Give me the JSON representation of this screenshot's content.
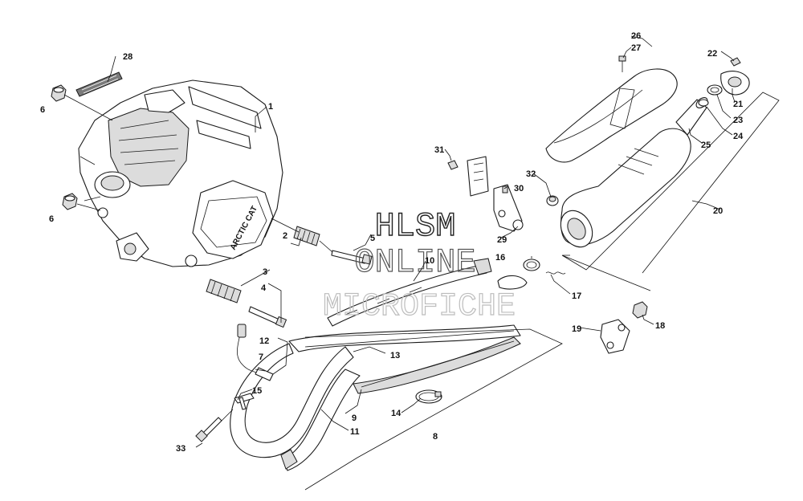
{
  "watermark": {
    "line1": "HLSM",
    "line2": "ONLINE",
    "line3": "MICROFICHE"
  },
  "engine_logo": "ARCTIC CAT",
  "callouts": [
    {
      "id": "1",
      "text": "1"
    },
    {
      "id": "2",
      "text": "2"
    },
    {
      "id": "3",
      "text": "3"
    },
    {
      "id": "4",
      "text": "4"
    },
    {
      "id": "5",
      "text": "5"
    },
    {
      "id": "6a",
      "text": "6"
    },
    {
      "id": "6b",
      "text": "6"
    },
    {
      "id": "7",
      "text": "7"
    },
    {
      "id": "8",
      "text": "8"
    },
    {
      "id": "9",
      "text": "9"
    },
    {
      "id": "10",
      "text": "10"
    },
    {
      "id": "11",
      "text": "11"
    },
    {
      "id": "12",
      "text": "12"
    },
    {
      "id": "13",
      "text": "13"
    },
    {
      "id": "14",
      "text": "14"
    },
    {
      "id": "15",
      "text": "15"
    },
    {
      "id": "16",
      "text": "16"
    },
    {
      "id": "17",
      "text": "17"
    },
    {
      "id": "18",
      "text": "18"
    },
    {
      "id": "19",
      "text": "19"
    },
    {
      "id": "20",
      "text": "20"
    },
    {
      "id": "21",
      "text": "21"
    },
    {
      "id": "22",
      "text": "22"
    },
    {
      "id": "23",
      "text": "23"
    },
    {
      "id": "24",
      "text": "24"
    },
    {
      "id": "25",
      "text": "25"
    },
    {
      "id": "26",
      "text": "26"
    },
    {
      "id": "27",
      "text": "27"
    },
    {
      "id": "28",
      "text": "28"
    },
    {
      "id": "29",
      "text": "29"
    },
    {
      "id": "30",
      "text": "30"
    },
    {
      "id": "31",
      "text": "31"
    },
    {
      "id": "32",
      "text": "32"
    },
    {
      "id": "33",
      "text": "33"
    }
  ]
}
